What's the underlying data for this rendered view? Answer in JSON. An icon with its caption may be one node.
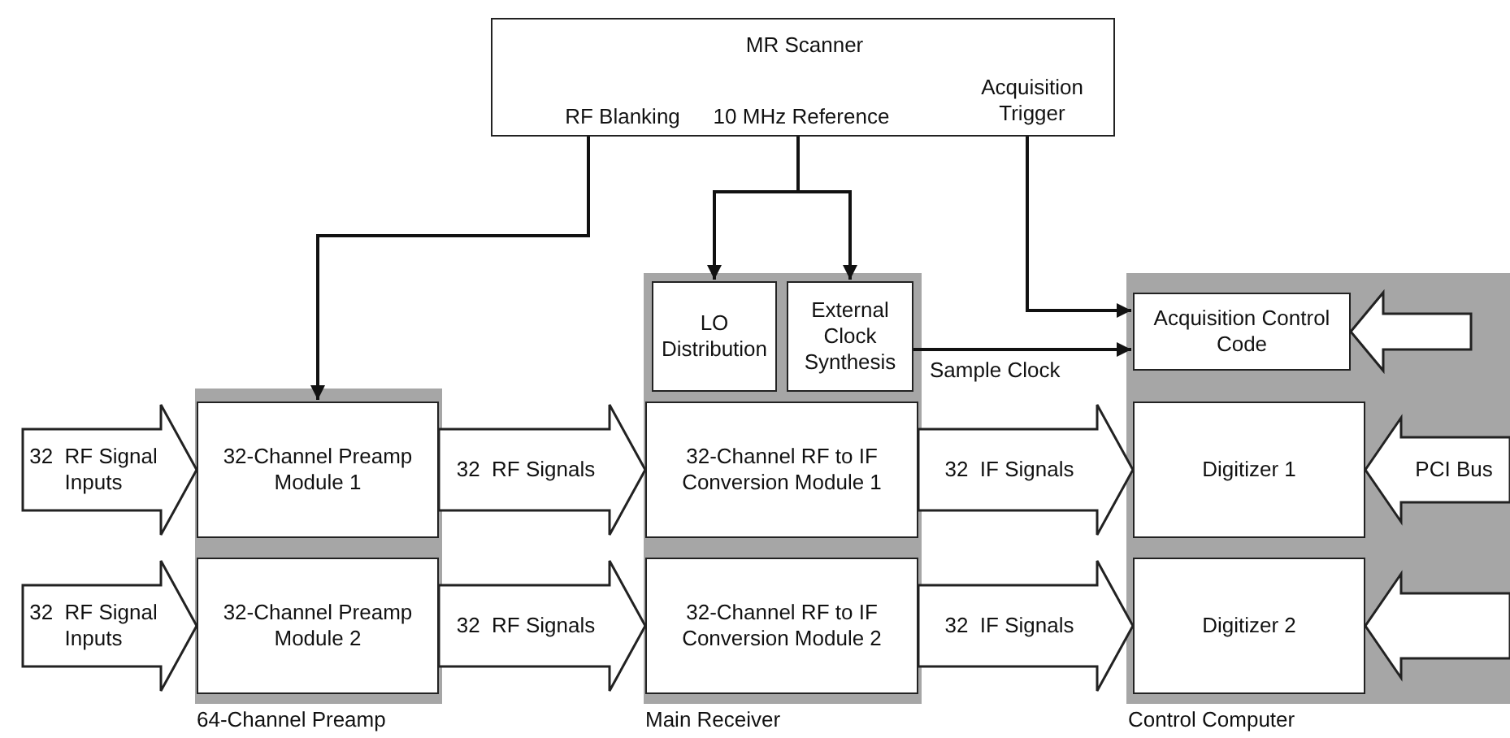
{
  "diagram": {
    "nodes": [
      {
        "text": [
          "MR Scanner",
          "RF Blanking",
          "10 MHz Reference",
          "Acquisition Trigger"
        ]
      },
      {
        "text": [
          "64-Channel Preamp"
        ]
      },
      {
        "text": [
          "32-Channel Preamp Module 1"
        ],
        "in": 1
      },
      {
        "text": [
          "32-Channel Preamp Module 2"
        ],
        "in": 1
      },
      {
        "text": [
          "Main Receiver"
        ]
      },
      {
        "text": [
          "LO Distribution"
        ],
        "in": 4
      },
      {
        "text": [
          "External Clock Synthesis"
        ],
        "in": 4
      },
      {
        "text": [
          "32-Channel RF to IF Conversion Module 1"
        ],
        "in": 4
      },
      {
        "text": [
          "32-Channel RF to IF Conversion Module 2"
        ],
        "in": 4
      },
      {
        "text": [
          "Control Computer"
        ]
      },
      {
        "text": [
          "Acquisition Control Code"
        ],
        "in": 9
      },
      {
        "text": [
          "Digitizer 1"
        ],
        "in": 9
      },
      {
        "text": [
          "Digitizer 2"
        ],
        "in": 9
      }
    ],
    "edges": [
      {
        "from": 0,
        "to": 2,
        "arrow": "to"
      },
      {
        "from": 0,
        "to": 5,
        "arrow": "to"
      },
      {
        "from": 0,
        "to": 6,
        "arrow": "to"
      },
      {
        "from": 0,
        "to": 10,
        "arrow": "to"
      },
      {
        "from": 6,
        "to": 10,
        "arrow": "to",
        "label": "Sample Clock"
      },
      {
        "from": null,
        "to": 2,
        "arrow": "to",
        "style": "thick",
        "label": "32  RF Signal Inputs"
      },
      {
        "from": null,
        "to": 3,
        "arrow": "to",
        "style": "thick",
        "label": "32  RF Signal Inputs"
      },
      {
        "from": 2,
        "to": 7,
        "arrow": "to",
        "style": "thick",
        "label": "32  RF Signals"
      },
      {
        "from": 3,
        "to": 8,
        "arrow": "to",
        "style": "thick",
        "label": "32  RF Signals"
      },
      {
        "from": 7,
        "to": 11,
        "arrow": "to",
        "style": "thick",
        "label": "32  IF Signals"
      },
      {
        "from": 8,
        "to": 12,
        "arrow": "to",
        "style": "thick",
        "label": "32  IF Signals"
      },
      {
        "from": null,
        "to": 10,
        "arrow": "to",
        "style": "thick"
      },
      {
        "from": null,
        "to": 11,
        "arrow": "to",
        "style": "thick",
        "label": "PCI Bus"
      },
      {
        "from": null,
        "to": 12,
        "arrow": "to",
        "style": "thick"
      }
    ]
  }
}
